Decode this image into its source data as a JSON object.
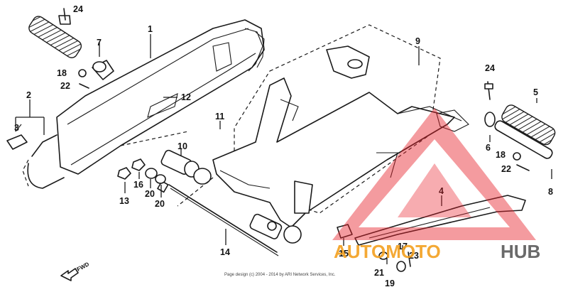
{
  "diagram": {
    "part_numbers": [
      "1",
      "2",
      "3",
      "4",
      "5",
      "6",
      "7",
      "8",
      "9",
      "10",
      "11",
      "12",
      "13",
      "14",
      "15",
      "16",
      "17",
      "18",
      "19",
      "20",
      "21",
      "22",
      "23",
      "24"
    ],
    "labels": {
      "p1": "1",
      "p2": "2",
      "p3": "3",
      "p4": "4",
      "p5": "5",
      "p6": "6",
      "p7": "7",
      "p8": "8",
      "p9": "9",
      "p10": "10",
      "p11": "11",
      "p12": "12",
      "p13": "13",
      "p14": "14",
      "p15": "15",
      "p16": "16",
      "p17": "17",
      "p18a": "18",
      "p18b": "18",
      "p19": "19",
      "p20a": "20",
      "p20b": "20",
      "p21": "21",
      "p22a": "22",
      "p22b": "22",
      "p23": "23",
      "p24a": "24",
      "p24b": "24"
    },
    "fwd_label": "FWD",
    "copyright": "Page design (c) 2004 - 2014 by ARI Network Services, Inc."
  },
  "watermark": {
    "brand_part1": "AUTOMOTO",
    "brand_part2": "HUB",
    "accent_color": "#e8202a",
    "brand_color": "#f3a020",
    "hub_color": "#6a6a6a"
  }
}
